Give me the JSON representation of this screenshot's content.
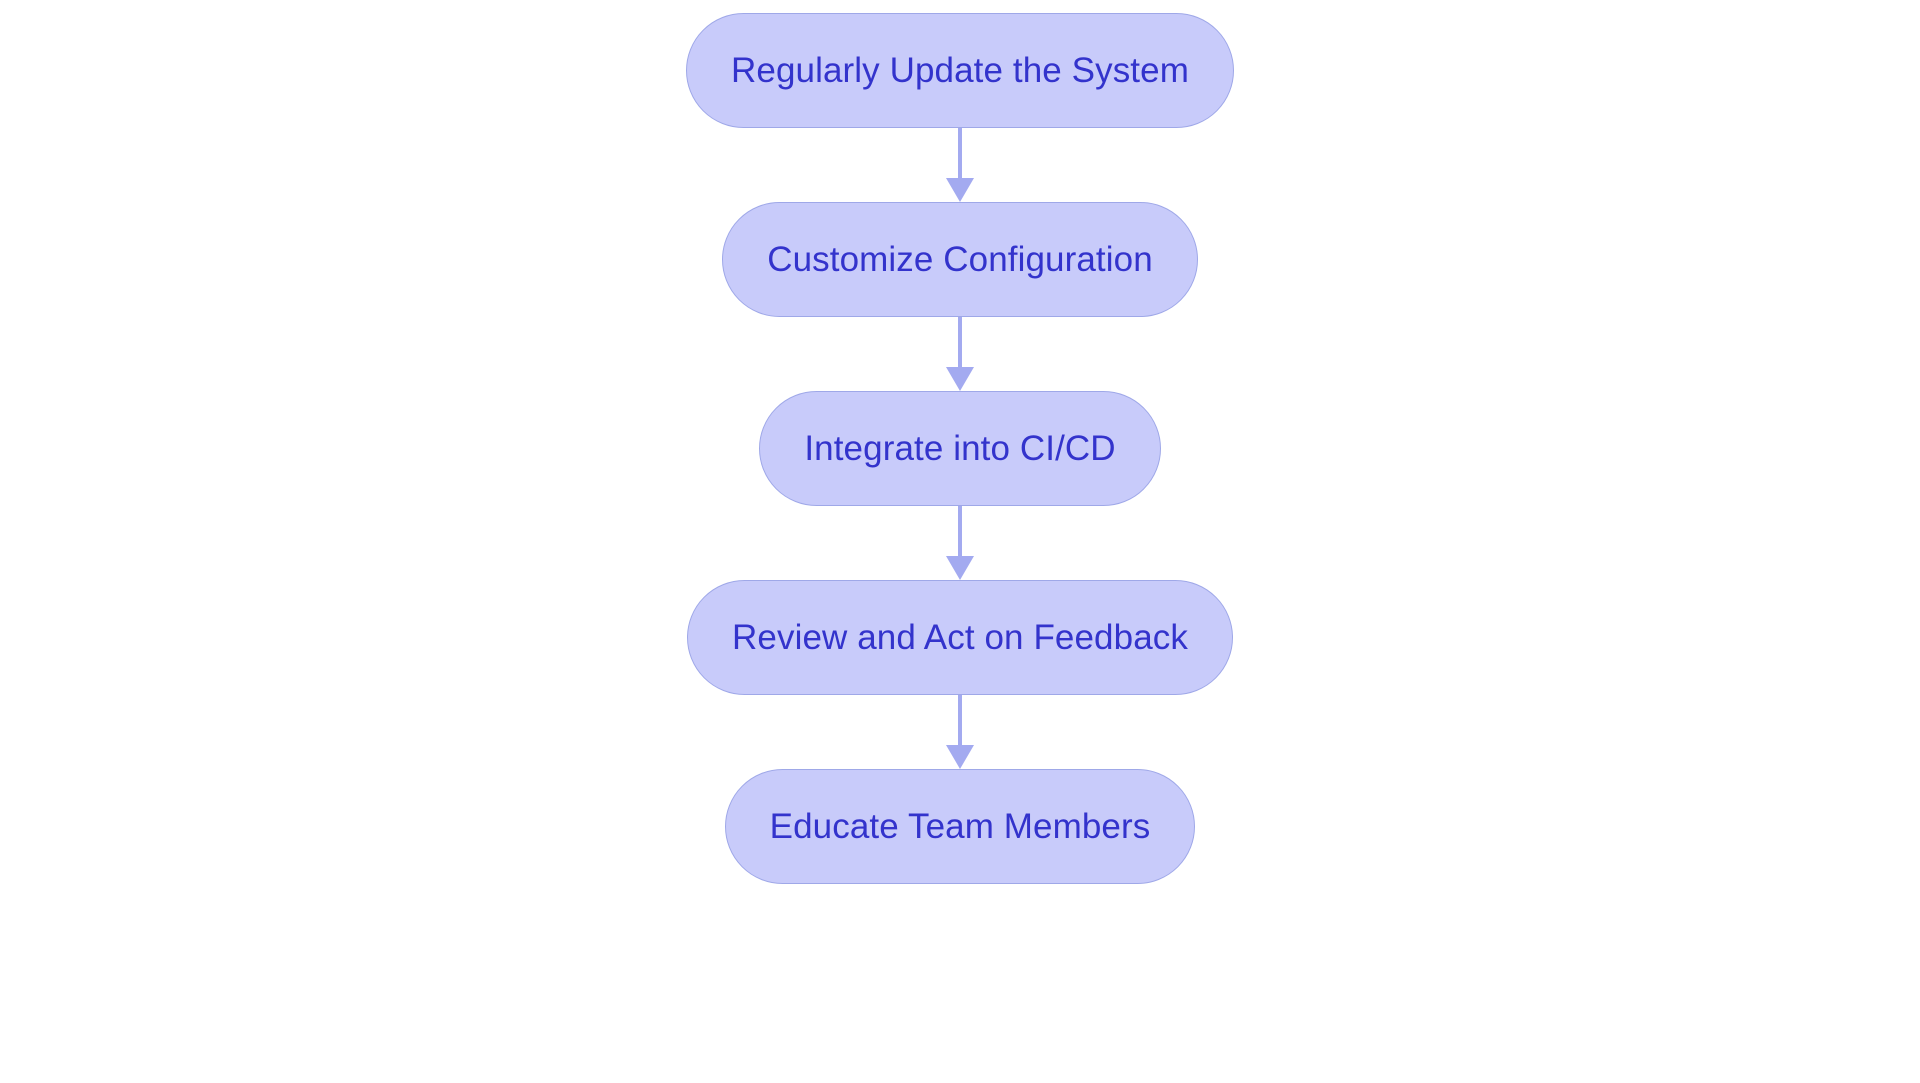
{
  "diagram": {
    "type": "flowchart",
    "orientation": "vertical",
    "title": "",
    "background_color": "#ffffff",
    "node_fill_color": "#c8cbfa",
    "node_border_color": "#9fa8e8",
    "node_text_color": "#3333cc",
    "connector_color": "#a3aaf0",
    "node_shape": "rounded-pill",
    "nodes": [
      {
        "id": "node-1",
        "label": "Regularly Update the System",
        "order": 1
      },
      {
        "id": "node-2",
        "label": "Customize Configuration",
        "order": 2
      },
      {
        "id": "node-3",
        "label": "Integrate into CI/CD",
        "order": 3
      },
      {
        "id": "node-4",
        "label": "Review and Act on Feedback",
        "order": 4
      },
      {
        "id": "node-5",
        "label": "Educate Team Members",
        "order": 5
      }
    ],
    "edges": [
      {
        "id": "edge-1",
        "from": "node-1",
        "to": "node-2",
        "label": "",
        "arrow": "down"
      },
      {
        "id": "edge-2",
        "from": "node-2",
        "to": "node-3",
        "label": "",
        "arrow": "down"
      },
      {
        "id": "edge-3",
        "from": "node-3",
        "to": "node-4",
        "label": "",
        "arrow": "down"
      },
      {
        "id": "edge-4",
        "from": "node-4",
        "to": "node-5",
        "label": "",
        "arrow": "down"
      }
    ]
  }
}
